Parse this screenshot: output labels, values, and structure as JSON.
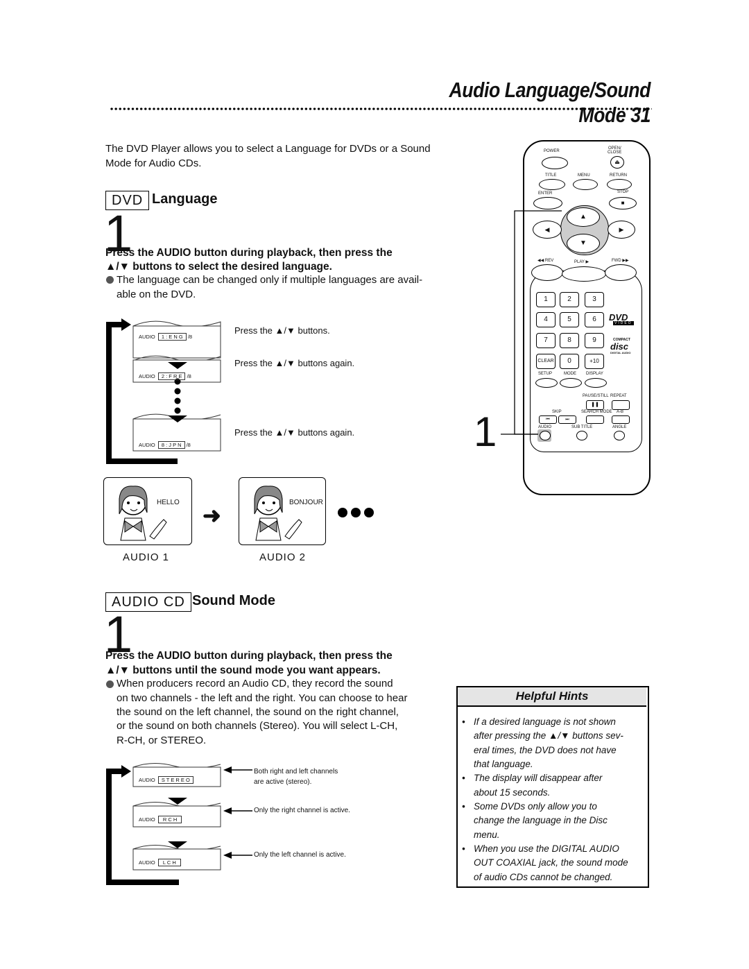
{
  "header": {
    "title": "Audio Language/Sound Mode 31"
  },
  "intro": "The DVD Player allows you to select a Language for DVDs or a Sound Mode for Audio CDs.",
  "language_section": {
    "tag": "DVD",
    "heading": "Language",
    "step_number": "1",
    "instruction_line1": "Press the AUDIO button during playback, then press the",
    "instruction_line2": "▲/▼ buttons to select the desired language.",
    "bullet_line1": "The language can be changed only if multiple languages are avail-",
    "bullet_line2": "able on the DVD.",
    "screens": [
      {
        "audio_label": "AUDIO",
        "track": "1",
        "code": "E N G",
        "total": "/8",
        "caption": "Press the ▲/▼ buttons."
      },
      {
        "audio_label": "AUDIO",
        "track": "2",
        "code": "F R E",
        "total": "/8",
        "caption": "Press the ▲/▼ buttons again."
      },
      {
        "audio_label": "AUDIO",
        "track": "8",
        "code": "J P N",
        "total": "/8",
        "caption": "Press the ▲/▼ buttons again."
      }
    ],
    "illustration": {
      "panel1_bubble": "HELLO",
      "panel2_bubble": "BONJOUR",
      "panel1_label": "AUDIO 1",
      "panel2_label": "AUDIO 2"
    }
  },
  "sound_section": {
    "tag": "AUDIO CD",
    "heading": "Sound Mode",
    "step_number": "1",
    "instruction_line1": "Press the AUDIO button during playback, then press the",
    "instruction_line2": "▲/▼ buttons until the sound mode you want appears.",
    "bullet_lines": [
      "When producers record an Audio CD, they record the sound",
      "on two channels - the left and the right. You can choose to hear",
      "the sound on the left channel, the sound on the right channel,",
      "or the sound on both channels (Stereo). You will select L-CH,",
      "R-CH, or STEREO."
    ],
    "screens": [
      {
        "audio_label": "AUDIO",
        "mode": "S T E R E O",
        "caption_line1": "Both right and left channels",
        "caption_line2": "are active (stereo)."
      },
      {
        "audio_label": "AUDIO",
        "mode": "R   C H",
        "caption_line1": "Only the right channel is active.",
        "caption_line2": ""
      },
      {
        "audio_label": "AUDIO",
        "mode": "L   C H",
        "caption_line1": "Only the left channel is active.",
        "caption_line2": ""
      }
    ]
  },
  "remote": {
    "callout_number": "1",
    "labels": {
      "power": "POWER",
      "open_close_1": "OPEN/",
      "open_close_2": "CLOSE",
      "title": "TITLE",
      "menu": "MENU",
      "return": "RETURN",
      "enter": "ENTER",
      "stop": "STOP",
      "rev": "◀◀ REV",
      "play": "PLAY ▶",
      "fwd": "FWD ▶▶",
      "clear": "CLEAR",
      "plus10": "+10",
      "zero": "0",
      "setup": "SETUP",
      "mode": "MODE",
      "display": "DISPLAY",
      "pause_still": "PAUSE/STILL",
      "repeat": "REPEAT",
      "skip": "SKIP",
      "search_mode": "SEARCH MODE",
      "ab": "A-B",
      "audio": "AUDIO",
      "sub_title": "SUB TITLE",
      "angle": "ANGLE",
      "dvd_logo": "DVD",
      "video": "VIDEO",
      "disc_logo": "disc",
      "compact": "COMPACT",
      "digital_audio": "DIGITAL AUDIO"
    },
    "number_keys": [
      "1",
      "2",
      "3",
      "4",
      "5",
      "6",
      "7",
      "8",
      "9"
    ]
  },
  "hints": {
    "heading": "Helpful Hints",
    "items": [
      [
        "If a desired language is not shown",
        "after pressing the ▲/▼ buttons sev-",
        "eral times, the DVD does not have",
        "that language."
      ],
      [
        "The display will disappear after",
        "about 15 seconds."
      ],
      [
        "Some DVDs only allow you to",
        "change the language in the Disc",
        "menu."
      ],
      [
        "When you use the DIGITAL AUDIO",
        "OUT COAXIAL jack, the sound mode",
        "of audio CDs cannot be changed."
      ]
    ]
  }
}
